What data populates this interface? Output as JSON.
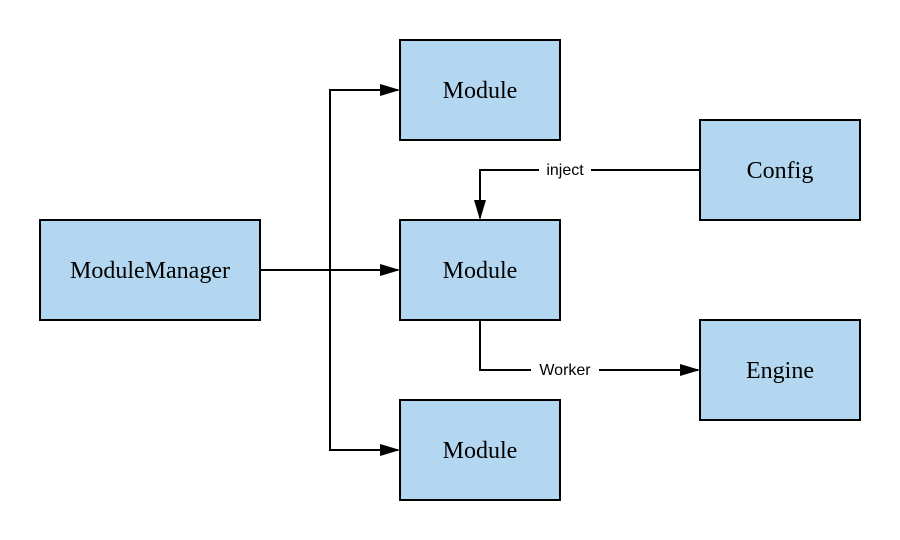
{
  "colors": {
    "node_fill": "#b3d7f0",
    "stroke": "#000000",
    "background": "#ffffff"
  },
  "nodes": {
    "module_manager": "ModuleManager",
    "module_top": "Module",
    "module_middle": "Module",
    "module_bottom": "Module",
    "config": "Config",
    "engine": "Engine"
  },
  "edges": {
    "inject": "inject",
    "worker": "Worker"
  }
}
